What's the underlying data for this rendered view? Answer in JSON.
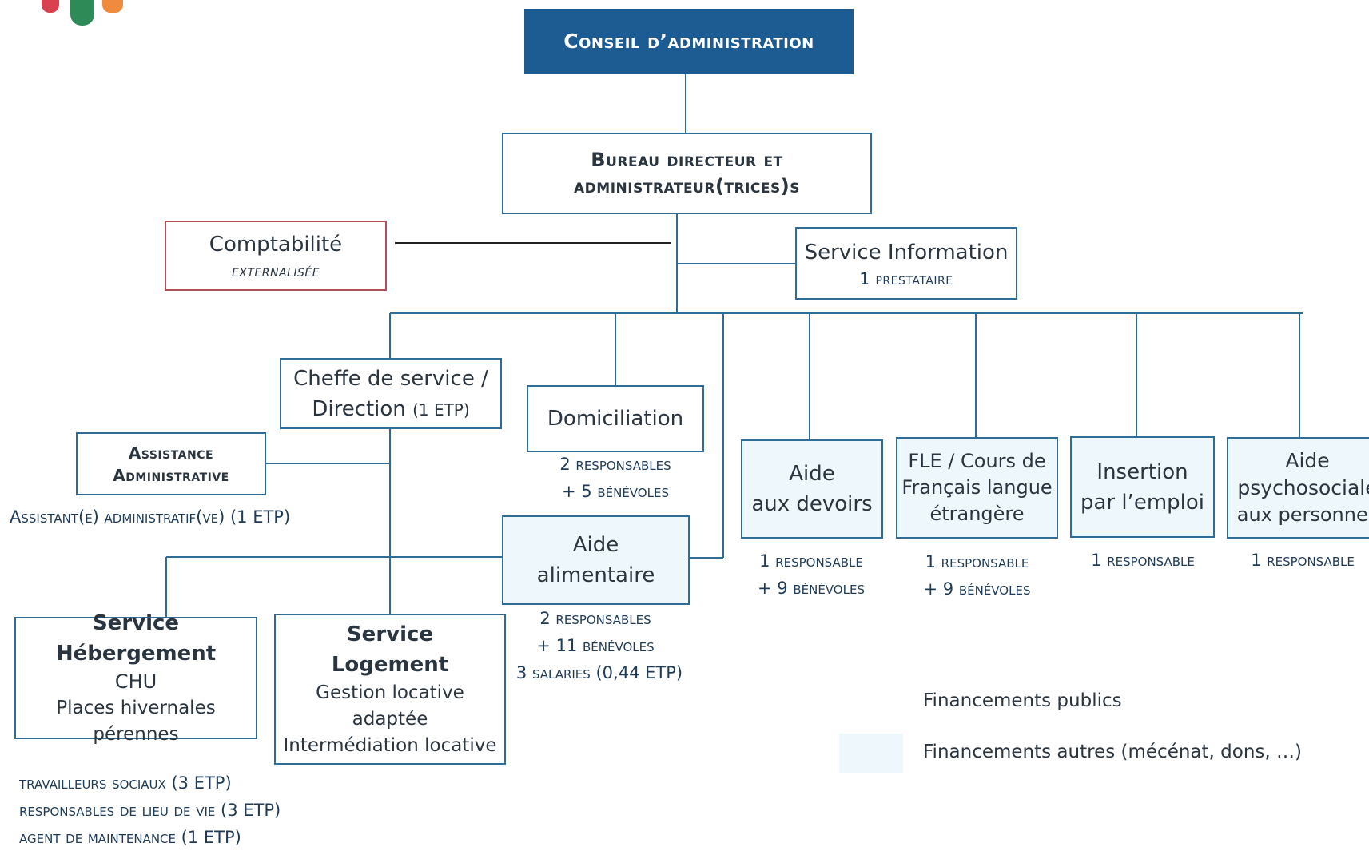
{
  "conseil": "Conseil d’administration",
  "bureau": {
    "line1": "Bureau directeur et",
    "line2": "administrateur(trices)s"
  },
  "comptabilite": {
    "title": "Comptabilité",
    "sub": "externalisée"
  },
  "service_information": {
    "title": "Service Information",
    "sub": "1 prestataire"
  },
  "cheffe": {
    "line1": "Cheffe de service /",
    "line2": "Direction",
    "etp": "(1 ETP)"
  },
  "assistance": {
    "line1": "Assistance",
    "line2": "Administrative",
    "note": "Assistant(e) administratif(ve) (1 ETP)"
  },
  "domiciliation": {
    "title": "Domiciliation",
    "note1": "2 responsables",
    "note2": "+ 5 bénévoles"
  },
  "aide_alimentaire": {
    "line1": "Aide",
    "line2": "alimentaire",
    "note1": "2 responsables",
    "note2": "+ 11 bénévoles",
    "note3": "3 salaries (0,44 ETP)"
  },
  "aide_devoirs": {
    "line1": "Aide",
    "line2": "aux devoirs",
    "note1": "1 responsable",
    "note2": "+ 9 bénévoles"
  },
  "fle": {
    "line1": "FLE / Cours de",
    "line2": "Français langue",
    "line3": "étrangère",
    "note1": "1 responsable",
    "note2": "+ 9 bénévoles"
  },
  "insertion": {
    "line1": "Insertion",
    "line2": "par l’emploi",
    "note1": "1 responsable"
  },
  "psycho": {
    "line1": "Aide",
    "line2": "psychosociale",
    "line3": "aux personnes",
    "note1": "1 responsable"
  },
  "hebergement": {
    "line1": "Service",
    "line2": "Hébergement",
    "line3": "CHU",
    "line4": "Places hivernales pérennes",
    "note1": "travailleurs sociaux (3 ETP)",
    "note2": "responsables de lieu de vie (3 ETP)",
    "note3": "agent de maintenance (1 ETP)"
  },
  "logement": {
    "line1": "Service",
    "line2": "Logement",
    "line3": "Gestion locative adaptée",
    "line4": "Intermédiation locative"
  },
  "legend": {
    "public": "Financements publics",
    "autres": "Financements autres (mécénat, dons, …)"
  },
  "colors": {
    "navy": "#1d5b93",
    "border_blue": "#2f6d97",
    "border_red": "#b0505a",
    "tint": "#eef7fb"
  }
}
